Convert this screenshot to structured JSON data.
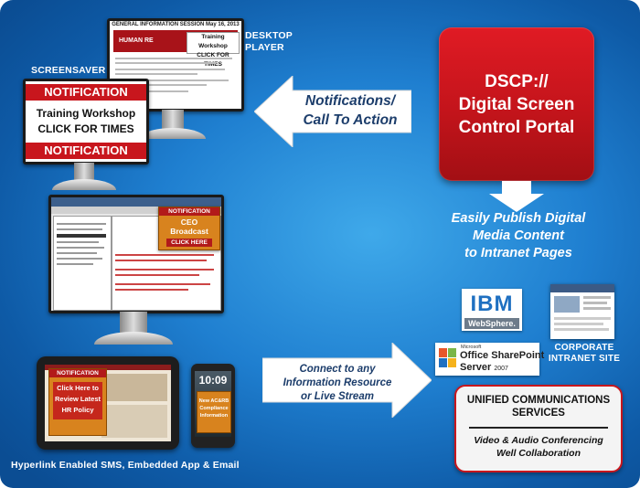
{
  "labels": {
    "desktop_player": [
      "DESKTOP",
      "PLAYER"
    ],
    "screensaver": "SCREENSAVER",
    "corporate_intranet": [
      "CORPORATE",
      "INTRANET SITE"
    ],
    "bottom_caption": "Hyperlink Enabled SMS, Embedded App & Email"
  },
  "dscp": {
    "lines": [
      "DSCP://",
      "Digital Screen",
      "Control Portal"
    ]
  },
  "arrows": {
    "notifications": [
      "Notifications/",
      "Call To Action"
    ],
    "connect": [
      "Connect to any",
      "Information Resource",
      "or Live Stream"
    ]
  },
  "publish": {
    "lines": [
      "Easily Publish Digital",
      "Media Content",
      "to Intranet Pages"
    ]
  },
  "screensaver_screen": {
    "top": "NOTIFICATION",
    "mid": [
      "Training Workshop",
      "CLICK FOR TIMES"
    ],
    "bottom": "NOTIFICATION"
  },
  "desktop_screen": {
    "header": "GENERAL INFORMATION SESSION May 16, 2013",
    "brand": "HUMAN RE",
    "popup": [
      "Training Workshop",
      "CLICK FOR TIMES"
    ]
  },
  "ceo_popup": {
    "title": "NOTIFICATION",
    "body": [
      "CEO",
      "Broadcast"
    ],
    "cta": "CLICK HERE"
  },
  "tablet_popup": {
    "title": "NOTIFICATION",
    "body": [
      "Click Here to",
      "Review Latest",
      "HR Policy"
    ]
  },
  "phone": {
    "time": "10:09",
    "popup": [
      "New AC&RB",
      "Compliance",
      "Information"
    ]
  },
  "logos": {
    "ibm": "IBM",
    "websphere": "WebSphere.",
    "ms_small": "Microsoft",
    "office": "Office SharePoint",
    "server": "Server",
    "server_year": "2007"
  },
  "uc": {
    "title": [
      "UNIFIED COMMUNICATIONS",
      "SERVICES"
    ],
    "desc": [
      "Video & Audio Conferencing",
      "Well Collaboration"
    ]
  },
  "colors": {
    "red": "#c8161d",
    "navy": "#1c3d6b",
    "blue_bg": "#1f7fd0",
    "ibm_blue": "#1f70c1"
  }
}
